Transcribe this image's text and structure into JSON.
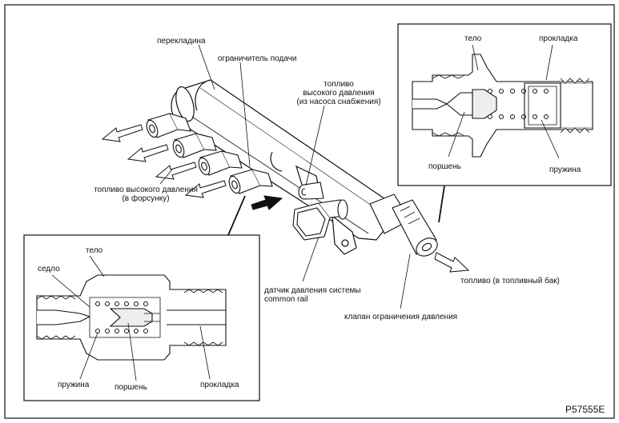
{
  "labels": {
    "perekladina": "перекладина",
    "limiter": "ограничитель подачи",
    "hp_fuel_pump_1": "топливо",
    "hp_fuel_pump_2": "высокого давления",
    "hp_fuel_pump_3": "(из насоса снабжения)",
    "hp_fuel_inj_1": "топливо высокого давления",
    "hp_fuel_inj_2": "(в форсунку)",
    "sensor_1": "датчик давления системы",
    "sensor_2": "common rail",
    "valve": "клапан ограничения давления",
    "return_fuel": "топливо (в топливный бак)",
    "tr_body": "тело",
    "tr_gasket": "прокладка",
    "tr_piston": "поршень",
    "tr_spring": "пружина",
    "bl_body": "тело",
    "bl_seat": "седло",
    "bl_spring": "пружина",
    "bl_piston": "поршень",
    "bl_gasket": "прокладка"
  },
  "figure_code": "P57555E",
  "colors": {
    "line": "#111111",
    "fill": "#ffffff",
    "shade": "#dddddd"
  }
}
